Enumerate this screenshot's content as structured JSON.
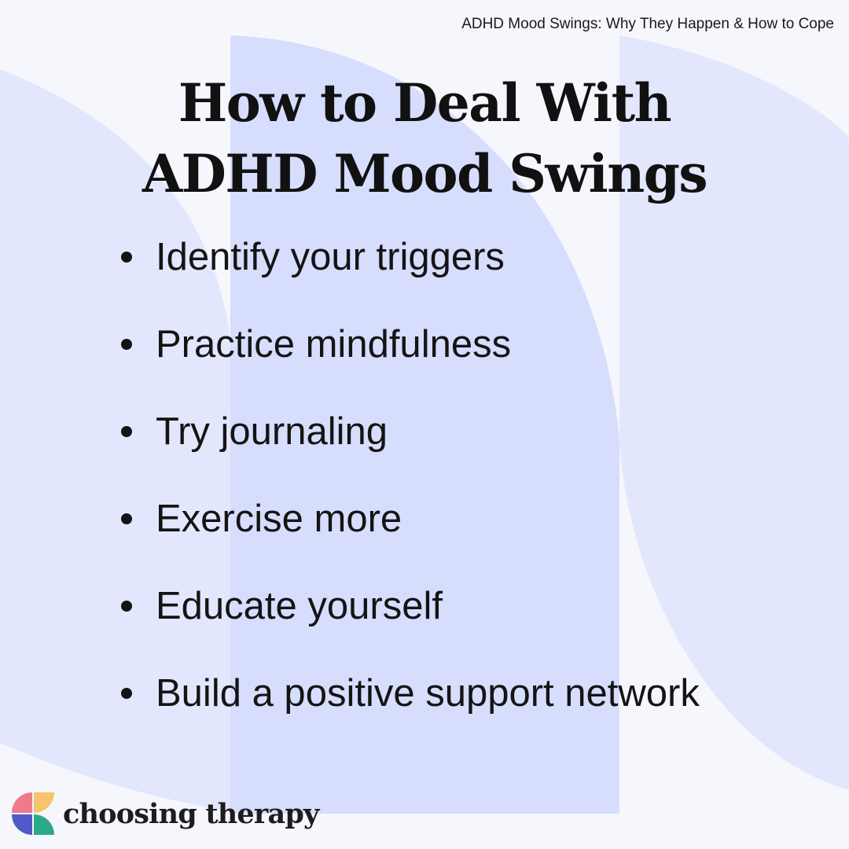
{
  "header": {
    "caption": "ADHD Mood Swings: Why They Happen & How to Cope"
  },
  "title": {
    "line1": "How to Deal With",
    "line2": "ADHD Mood Swings"
  },
  "tips": [
    "Identify your triggers",
    "Practice mindfulness",
    "Try journaling",
    "Exercise more",
    "Educate yourself",
    "Build a positive support network"
  ],
  "brand": {
    "name": "choosing therapy",
    "logo_icon": "choosing-therapy-logo-icon"
  },
  "colors": {
    "background": "#f6f7fd",
    "shape_light": "#e3e7fd",
    "shape_mid": "#d7ddfd",
    "text": "#141414",
    "logo_pink": "#ee7a8c",
    "logo_yellow": "#f6c46b",
    "logo_blue": "#4f5bc8",
    "logo_teal": "#2aa989"
  }
}
